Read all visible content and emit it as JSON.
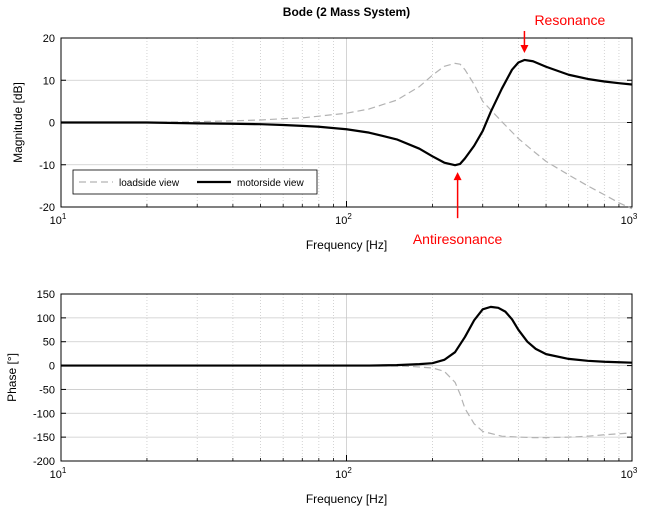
{
  "colors": {
    "annotation": "#ff0000",
    "motorside": "#000000",
    "loadside": "#b3b3b3"
  },
  "chart_data": [
    {
      "type": "line",
      "title": "Bode (2 Mass System)",
      "xlabel": "Frequency [Hz]",
      "ylabel": "Magnitude [dB]",
      "xscale": "log",
      "xlim": [
        10,
        1000
      ],
      "ylim": [
        -20,
        20
      ],
      "xticks": [
        10,
        100,
        1000
      ],
      "xtick_labels": [
        [
          "10",
          "1"
        ],
        [
          "10",
          "2"
        ],
        [
          "10",
          "3"
        ]
      ],
      "yticks": [
        20,
        10,
        0,
        -10,
        -20
      ],
      "ytick_labels": [
        "20",
        "10",
        "0",
        "-10",
        "-20"
      ],
      "grid": true,
      "legend": {
        "placement": "lower-left",
        "entries": [
          "loadside view",
          "motorside view"
        ]
      },
      "series": [
        {
          "name": "loadside view",
          "style": "dashed",
          "x": [
            10,
            20,
            30,
            40,
            50,
            60,
            70,
            80,
            100,
            120,
            150,
            180,
            200,
            220,
            240,
            250,
            260,
            280,
            300,
            350,
            400,
            450,
            500,
            600,
            700,
            800,
            900,
            1000
          ],
          "y": [
            0,
            0,
            0.2,
            0.4,
            0.6,
            0.9,
            1.1,
            1.5,
            2.2,
            3.2,
            5.3,
            8.5,
            11.2,
            13.3,
            14.0,
            13.8,
            12.5,
            9.0,
            5.0,
            0.2,
            -3.8,
            -6.7,
            -9.2,
            -12.4,
            -15.0,
            -17.1,
            -19.0,
            -20.4
          ]
        },
        {
          "name": "motorside view",
          "style": "solid",
          "x": [
            10,
            20,
            30,
            40,
            50,
            60,
            70,
            80,
            100,
            120,
            150,
            180,
            200,
            220,
            240,
            250,
            260,
            280,
            300,
            320,
            350,
            380,
            400,
            420,
            450,
            500,
            600,
            700,
            800,
            900,
            1000
          ],
          "y": [
            0,
            0,
            -0.2,
            -0.3,
            -0.4,
            -0.6,
            -0.8,
            -1.0,
            -1.6,
            -2.4,
            -4.0,
            -6.2,
            -8.0,
            -9.5,
            -10.1,
            -9.8,
            -8.5,
            -5.5,
            -2.0,
            2.5,
            8.0,
            12.5,
            14.2,
            14.8,
            14.5,
            13.2,
            11.3,
            10.3,
            9.7,
            9.3,
            9.0
          ]
        }
      ],
      "annotations": [
        {
          "text": "Resonance",
          "x": 420,
          "y": 14.8,
          "direction": "down"
        },
        {
          "text": "Antiresonance",
          "x": 245,
          "y": -10.1,
          "direction": "up"
        }
      ]
    },
    {
      "type": "line",
      "title": "",
      "xlabel": "Frequency [Hz]",
      "ylabel": "Phase [°]",
      "xscale": "log",
      "xlim": [
        10,
        1000
      ],
      "ylim": [
        -200,
        150
      ],
      "xticks": [
        10,
        100,
        1000
      ],
      "xtick_labels": [
        [
          "10",
          "1"
        ],
        [
          "10",
          "2"
        ],
        [
          "10",
          "3"
        ]
      ],
      "yticks": [
        150,
        100,
        50,
        0,
        -50,
        -100,
        -150,
        -200
      ],
      "ytick_labels": [
        "150",
        "100",
        "50",
        "0",
        "-50",
        "-100",
        "-150",
        "-200"
      ],
      "grid": true,
      "series": [
        {
          "name": "loadside view",
          "style": "dashed",
          "x": [
            10,
            50,
            100,
            120,
            150,
            170,
            200,
            220,
            240,
            250,
            260,
            280,
            300,
            350,
            400,
            450,
            500,
            600,
            700,
            800,
            900,
            1000
          ],
          "y": [
            0,
            0,
            0,
            0,
            -1,
            -2,
            -5,
            -12,
            -35,
            -60,
            -90,
            -122,
            -138,
            -148,
            -150,
            -151,
            -151,
            -150,
            -148,
            -145,
            -143,
            -141
          ]
        },
        {
          "name": "motorside view",
          "style": "solid",
          "x": [
            10,
            50,
            100,
            120,
            150,
            180,
            200,
            220,
            240,
            260,
            280,
            300,
            320,
            340,
            360,
            380,
            400,
            430,
            460,
            500,
            600,
            700,
            800,
            900,
            1000
          ],
          "y": [
            0,
            0,
            0,
            0,
            1,
            3,
            5,
            12,
            28,
            60,
            95,
            118,
            123,
            121,
            113,
            97,
            75,
            50,
            35,
            24,
            14,
            10,
            8,
            7,
            6
          ]
        }
      ]
    }
  ]
}
